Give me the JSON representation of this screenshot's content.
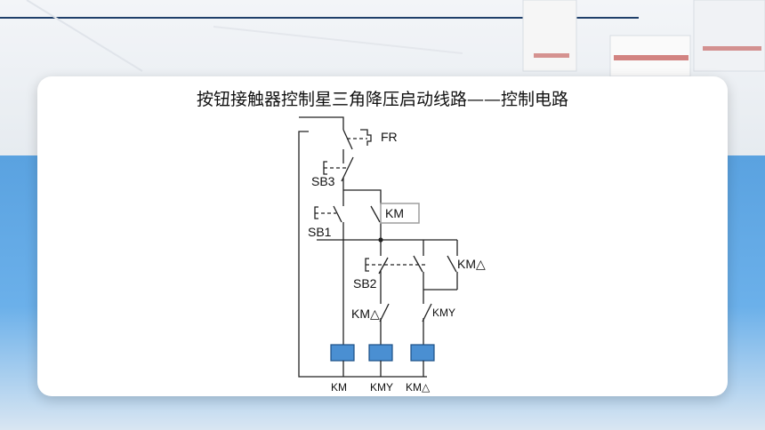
{
  "slide": {
    "title": "按钮接触器控制星三角降压启动线路——控制电路"
  },
  "diagram": {
    "labels": {
      "fr": "FR",
      "sb3": "SB3",
      "sb1": "SB1",
      "km_contact": "KM",
      "km_delta_hold": "KM△",
      "sb2": "SB2",
      "km_delta_nc": "KM△",
      "km_y_nc": "KMY",
      "coil_km": "KM",
      "coil_km_y": "KMY",
      "coil_km_delta": "KM△"
    },
    "colors": {
      "coil_fill": "#4a8fd2",
      "highlight_box": "#9e9e9e",
      "header_rule": "#1f3f6a"
    }
  }
}
